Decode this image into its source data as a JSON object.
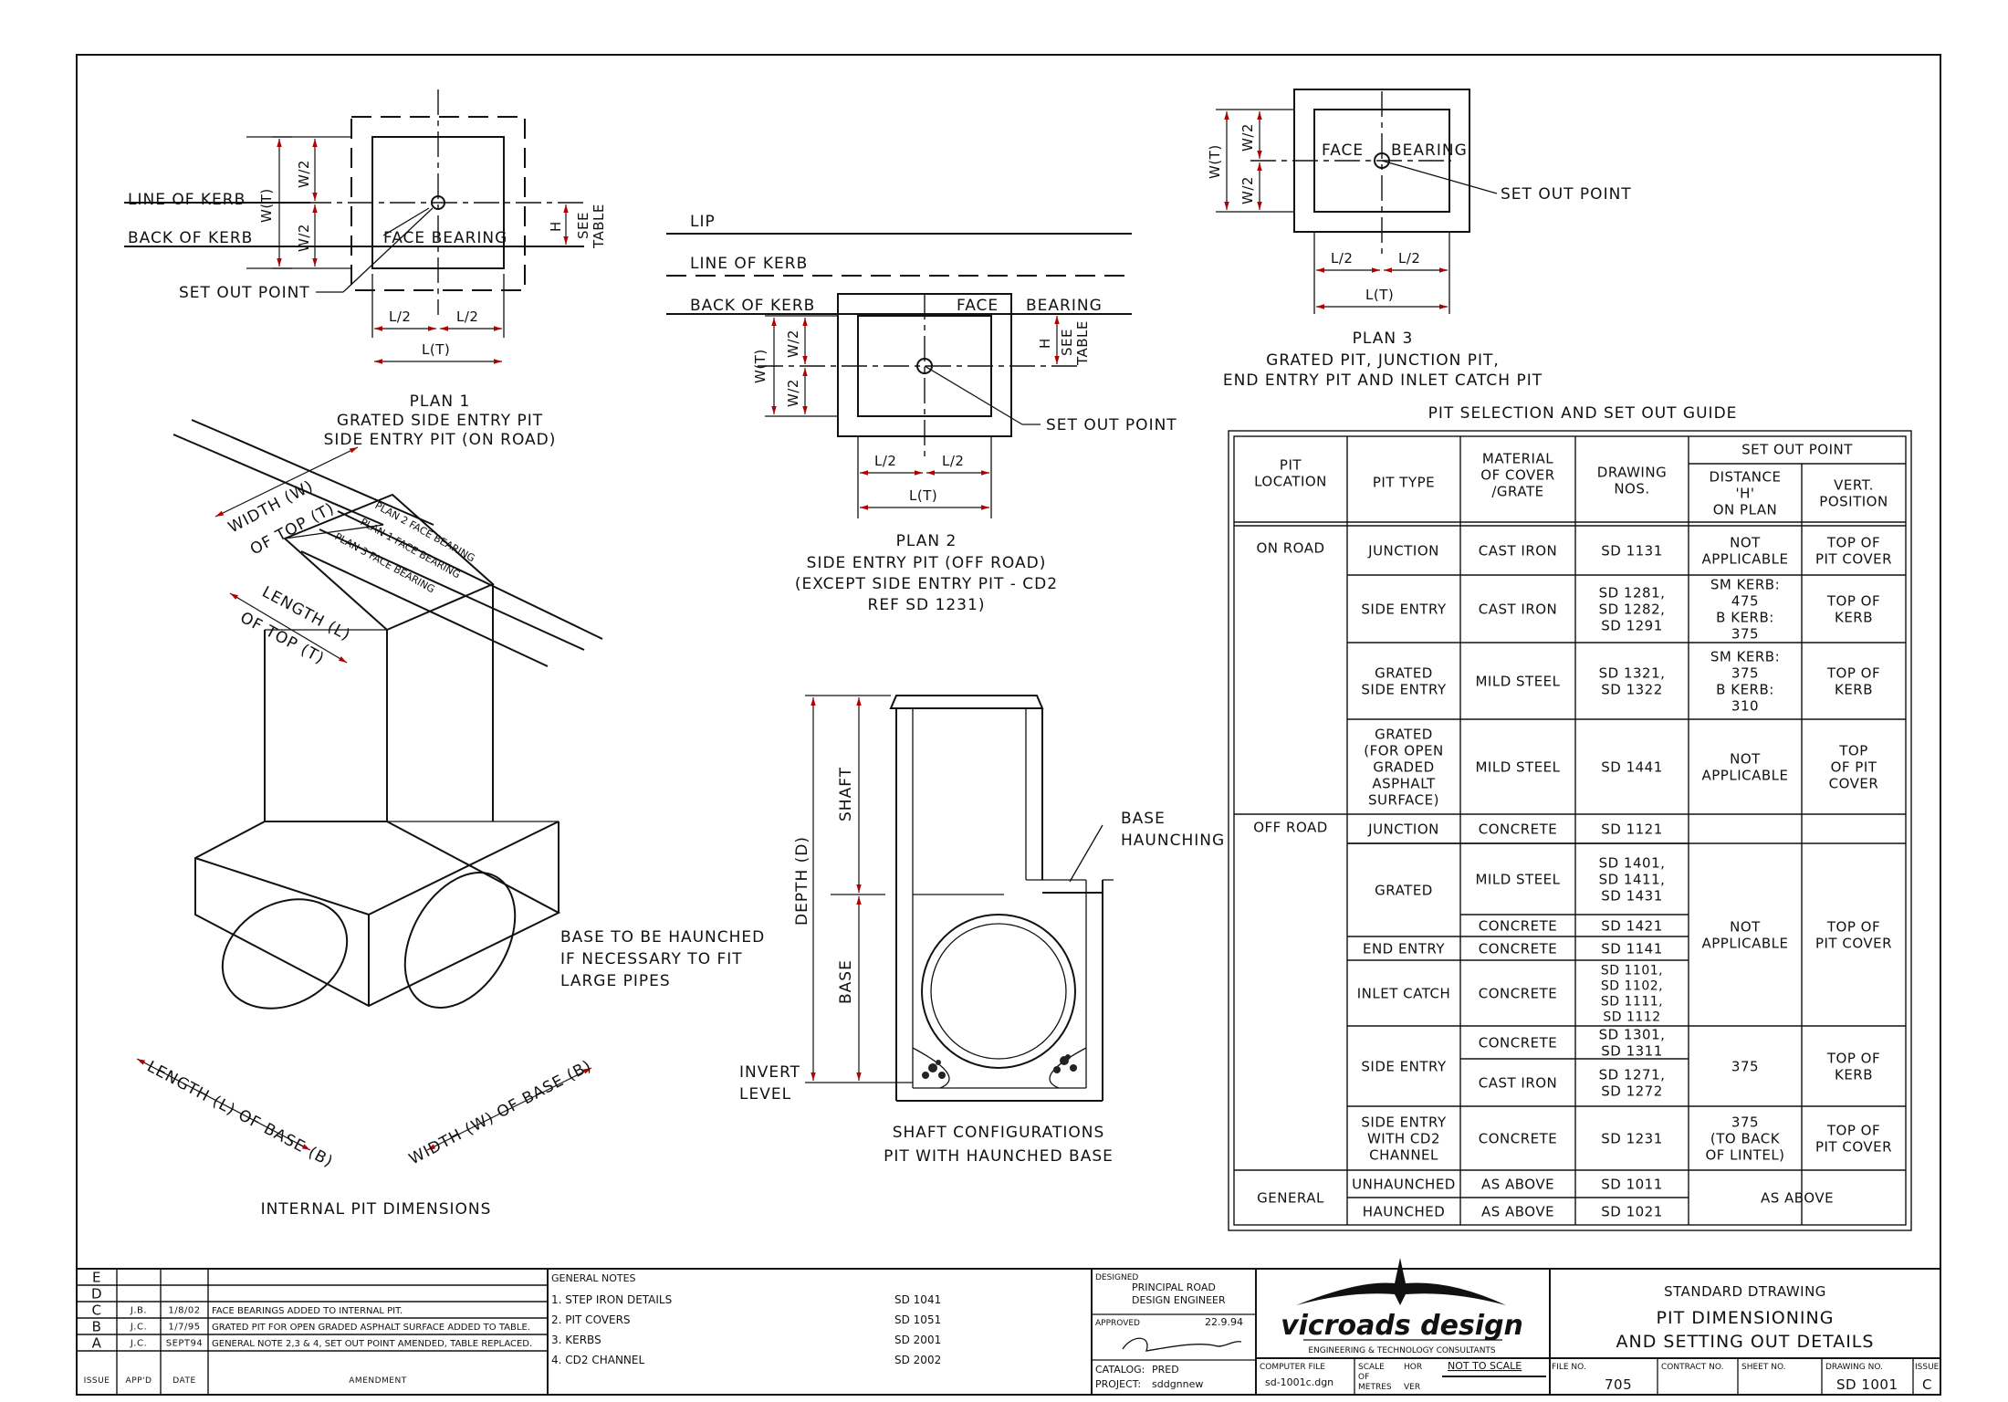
{
  "plan1": {
    "line_of_kerb": "LINE OF KERB",
    "back_of_kerb": "BACK OF KERB",
    "set_out_point": "SET OUT POINT",
    "face_bearing": "FACE BEARING",
    "w_half": "W/2",
    "w_total": "W(T)",
    "h": "H",
    "see": "SEE",
    "table": "TABLE",
    "l_half": "L/2",
    "l_total": "L(T)",
    "title": "PLAN 1",
    "subtitle1": "GRATED SIDE ENTRY PIT",
    "subtitle2": "SIDE ENTRY PIT (ON ROAD)"
  },
  "plan2": {
    "lip": "LIP",
    "line_of_kerb": "LINE OF KERB",
    "back_of_kerb": "BACK OF KERB",
    "face": "FACE",
    "bearing": "BEARING",
    "set_out_point": "SET OUT POINT",
    "w_total": "W(T)",
    "w_half": "W/2",
    "h": "H",
    "see": "SEE",
    "table": "TABLE",
    "l_half": "L/2",
    "l_total": "L(T)",
    "title": "PLAN 2",
    "subtitle1": "SIDE ENTRY PIT (OFF ROAD)",
    "subtitle2": "(EXCEPT SIDE ENTRY PIT - CD2",
    "subtitle3": "REF SD 1231)"
  },
  "plan3": {
    "face": "FACE",
    "bearing": "BEARING",
    "set_out_point": "SET OUT POINT",
    "w_total": "W(T)",
    "w_half": "W/2",
    "l_half": "L/2",
    "l_total": "L(T)",
    "title": "PLAN 3",
    "subtitle1": "GRATED PIT, JUNCTION PIT,",
    "subtitle2": "END ENTRY PIT AND INLET CATCH PIT"
  },
  "iso": {
    "width_of_top": "WIDTH (W)",
    "of_top": "OF TOP (T)",
    "plan2_fb": "PLAN 2 FACE BEARING",
    "plan1_fb": "PLAN 1 FACE BEARING",
    "plan3_fb": "PLAN 3 FACE BEARING",
    "length_of_top": "LENGTH (L)",
    "of_top2": "OF TOP (T)",
    "base_note1": "BASE TO BE HAUNCHED",
    "base_note2": "IF NECESSARY TO FIT",
    "base_note3": "LARGE PIPES",
    "length_of_base": "LENGTH (L) OF BASE (B)",
    "width_of_base": "WIDTH (W) OF BASE (B)",
    "title": "INTERNAL PIT DIMENSIONS"
  },
  "shaft": {
    "shaft": "SHAFT",
    "depth": "DEPTH (D)",
    "base": "BASE",
    "invert1": "INVERT",
    "invert2": "LEVEL",
    "haunch1": "BASE",
    "haunch2": "HAUNCHING",
    "title1": "SHAFT CONFIGURATIONS",
    "title2": "PIT WITH HAUNCHED BASE"
  },
  "table": {
    "title": "PIT SELECTION AND SET OUT GUIDE",
    "headers": {
      "location": [
        "PIT",
        "LOCATION"
      ],
      "type": "PIT TYPE",
      "material": [
        "MATERIAL",
        "OF COVER",
        "/GRATE"
      ],
      "drawing": [
        "DRAWING",
        "NOS."
      ],
      "setout": "SET OUT POINT",
      "distance": [
        "DISTANCE",
        "'H'",
        "ON PLAN"
      ],
      "vert": [
        "VERT.",
        "POSITION"
      ]
    },
    "groups": [
      {
        "location": "ON ROAD"
      },
      {
        "location": "OFF ROAD"
      },
      {
        "location": "GENERAL"
      }
    ],
    "rows": [
      {
        "type": [
          "JUNCTION"
        ],
        "material": [
          "CAST IRON"
        ],
        "drawing": [
          "SD 1131"
        ],
        "distance": [
          "NOT",
          "APPLICABLE"
        ],
        "vert": [
          "TOP OF",
          "PIT COVER"
        ]
      },
      {
        "type": [
          "SIDE ENTRY"
        ],
        "material": [
          "CAST IRON"
        ],
        "drawing": [
          "SD 1281,",
          "SD 1282,",
          "SD 1291"
        ],
        "distance": [
          "SM KERB:",
          "475",
          "B KERB:",
          "375"
        ],
        "vert": [
          "TOP OF",
          "KERB"
        ]
      },
      {
        "type": [
          "GRATED",
          "SIDE ENTRY"
        ],
        "material": [
          "MILD STEEL"
        ],
        "drawing": [
          "SD 1321,",
          "SD 1322"
        ],
        "distance": [
          "SM KERB:",
          "375",
          "B KERB:",
          "310"
        ],
        "vert": [
          "TOP OF",
          "KERB"
        ]
      },
      {
        "type": [
          "GRATED",
          "(FOR OPEN",
          "GRADED",
          "ASPHALT",
          "SURFACE)"
        ],
        "material": [
          "MILD STEEL"
        ],
        "drawing": [
          "SD 1441"
        ],
        "distance": [
          "NOT",
          "APPLICABLE"
        ],
        "vert": [
          "TOP",
          "OF PIT",
          "COVER"
        ]
      },
      {
        "type": [
          "JUNCTION"
        ],
        "material": [
          "CONCRETE"
        ],
        "drawing": [
          "SD 1121"
        ]
      },
      {
        "type": [
          "GRATED"
        ],
        "material": [
          "MILD STEEL"
        ],
        "drawing": [
          "SD 1401,",
          "SD 1411,",
          "SD 1431"
        ]
      },
      {
        "material": [
          "CONCRETE"
        ],
        "drawing": [
          "SD 1421"
        ]
      },
      {
        "type": [
          "END ENTRY"
        ],
        "material": [
          "CONCRETE"
        ],
        "drawing": [
          "SD 1141"
        ]
      },
      {
        "type": [
          "INLET CATCH"
        ],
        "material": [
          "CONCRETE"
        ],
        "drawing": [
          "SD 1101,",
          "SD 1102,",
          "SD 1111,",
          "SD 1112"
        ]
      },
      {
        "type": [
          "SIDE ENTRY"
        ],
        "material": [
          "CONCRETE"
        ],
        "drawing": [
          "SD 1301,",
          "SD 1311"
        ]
      },
      {
        "material": [
          "CAST IRON"
        ],
        "drawing": [
          "SD 1271,",
          "SD 1272"
        ]
      },
      {
        "type": [
          "SIDE ENTRY",
          "WITH CD2",
          "CHANNEL"
        ],
        "material": [
          "CONCRETE"
        ],
        "drawing": [
          "SD 1231"
        ],
        "distance": [
          "375",
          "(TO BACK",
          "OF LINTEL)"
        ],
        "vert": [
          "TOP OF",
          "PIT COVER"
        ]
      },
      {
        "type": [
          "UNHAUNCHED"
        ],
        "material": [
          "AS ABOVE"
        ],
        "drawing": [
          "SD 1011"
        ]
      },
      {
        "type": [
          "HAUNCHED"
        ],
        "material": [
          "AS ABOVE"
        ],
        "drawing": [
          "SD 1021"
        ]
      }
    ],
    "offroad_distance": [
      "NOT",
      "APPLICABLE"
    ],
    "offroad_vert": [
      "TOP OF",
      "PIT COVER"
    ],
    "sideentry_distance": [
      "375"
    ],
    "sideentry_vert": [
      "TOP OF",
      "KERB"
    ],
    "general_setout": "AS ABOVE"
  },
  "title_block": {
    "amendments": [
      {
        "issue": "E",
        "appd": "",
        "date": "",
        "amendment": ""
      },
      {
        "issue": "D",
        "appd": "",
        "date": "",
        "amendment": ""
      },
      {
        "issue": "C",
        "appd": "J.B.",
        "date": "1/8/02",
        "amendment": "FACE BEARINGS ADDED TO INTERNAL PIT."
      },
      {
        "issue": "B",
        "appd": "J.C.",
        "date": "1/7/95",
        "amendment": "GRATED PIT FOR OPEN GRADED ASPHALT SURFACE ADDED TO TABLE."
      },
      {
        "issue": "A",
        "appd": "J.C.",
        "date": "SEPT94",
        "amendment": "GENERAL NOTE 2,3 & 4, SET OUT POINT AMENDED, TABLE REPLACED."
      }
    ],
    "col_issue": "ISSUE",
    "col_appd": "APP'D",
    "col_date": "DATE",
    "col_amendment": "AMENDMENT",
    "notes_title": "GENERAL NOTES",
    "notes": [
      {
        "text": "1.  STEP IRON DETAILS",
        "ref": "SD 1041"
      },
      {
        "text": "2.  PIT COVERS",
        "ref": "SD 1051"
      },
      {
        "text": "3.  KERBS",
        "ref": "SD 2001"
      },
      {
        "text": "4.  CD2 CHANNEL",
        "ref": "SD 2002"
      }
    ],
    "designed_label": "DESIGNED",
    "designer1": "PRINCIPAL ROAD",
    "designer2": "DESIGN ENGINEER",
    "approved_label": "APPROVED",
    "approved_date": "22.9.94",
    "catalog_label": "CATALOG:",
    "catalog": "PRED",
    "project_label": "PROJECT:",
    "project": "sddgnnew",
    "logo_text": "vicroads design",
    "logo_sub": "ENGINEERING & TECHNOLOGY CONSULTANTS",
    "computer_file_label": "COMPUTER FILE",
    "computer_file": "sd-1001c.dgn",
    "scale_label": "SCALE",
    "of_label": "OF",
    "metres_label": "METRES",
    "hor": "HOR",
    "ver": "VER",
    "scale_value": "NOT TO SCALE",
    "file_no_label": "FILE NO.",
    "file_no": "705",
    "contract_label": "CONTRACT NO.",
    "sheet_label": "SHEET NO.",
    "drawing_no_label": "DRAWING NO.",
    "drawing_no": "SD 1001",
    "issue_label": "ISSUE",
    "issue": "C",
    "std": "STANDARD DTRAWING",
    "title1": "PIT DIMENSIONING",
    "title2": "AND SETTING OUT DETAILS"
  }
}
